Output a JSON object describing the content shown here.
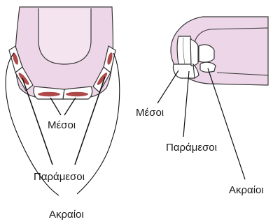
{
  "left_view": {
    "labels": {
      "central": "Μέσοι",
      "lateral": "Παράμεσοι",
      "corner": "Ακραίοι"
    }
  },
  "right_view": {
    "labels": {
      "central": "Μέσοι",
      "lateral": "Παράμεσοι",
      "corner": "Ακραίοι"
    }
  },
  "colors": {
    "gum": "#eed6e9",
    "pulp": "#b04a4a",
    "outline": "#3a3a3a",
    "leader": "#111111"
  }
}
